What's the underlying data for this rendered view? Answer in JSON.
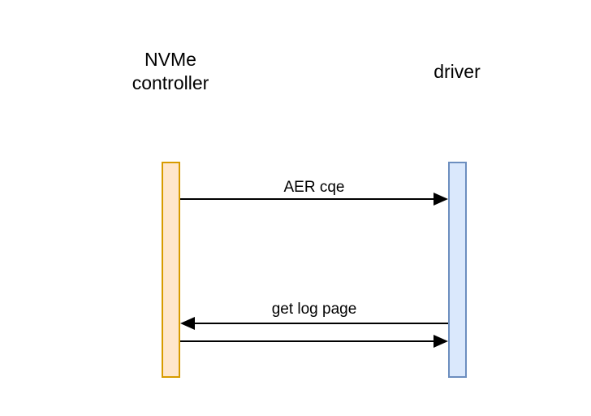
{
  "diagram": {
    "type": "sequence-diagram",
    "participants": [
      {
        "id": "nvme",
        "label_lines": [
          "NVMe",
          "controller"
        ],
        "fill": "#ffe6cc",
        "stroke": "#d79b00"
      },
      {
        "id": "driver",
        "label_lines": [
          "driver"
        ],
        "fill": "#dae8fc",
        "stroke": "#6c8ebf"
      }
    ],
    "messages": [
      {
        "from": "nvme",
        "to": "driver",
        "label": "AER cqe"
      },
      {
        "from": "driver",
        "to": "nvme",
        "label": "get log page"
      },
      {
        "from": "nvme",
        "to": "driver",
        "label": ""
      }
    ]
  }
}
